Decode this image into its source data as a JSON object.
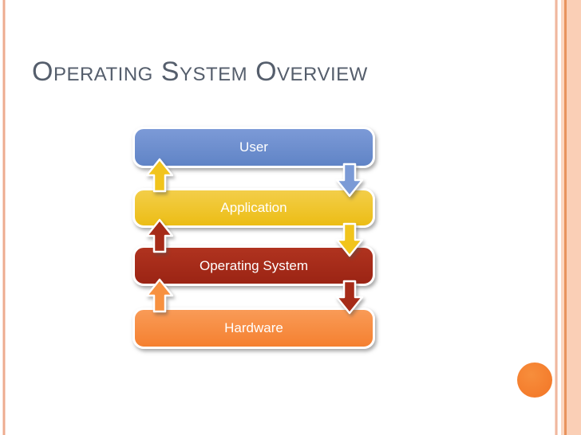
{
  "slide": {
    "title": "Operating System Overview"
  },
  "theme": {
    "background": "#FFFFFF",
    "title_color": "#555E6C",
    "left_edge_line_color": "#EDAC90",
    "right_edge_line_color": "#F0B79E",
    "right_band_fill": "#FACFB6",
    "right_band_stripe": "#E8935D",
    "accent_circle_color": "#F47B2B"
  },
  "diagram": {
    "boxes": [
      {
        "label": "User",
        "color": "#6D90D0"
      },
      {
        "label": "Application",
        "color": "#EFC52E"
      },
      {
        "label": "Operating System",
        "color": "#A52C1B"
      },
      {
        "label": "Hardware",
        "color": "#F78E44"
      }
    ],
    "arrows": [
      {
        "name": "application-to-user",
        "direction": "up",
        "color": "#F1C41C"
      },
      {
        "name": "user-to-application",
        "direction": "down",
        "color": "#7B9AD6"
      },
      {
        "name": "os-to-application",
        "direction": "up",
        "color": "#A62B18"
      },
      {
        "name": "application-to-os",
        "direction": "down",
        "color": "#F1C41C"
      },
      {
        "name": "hardware-to-os",
        "direction": "up",
        "color": "#F79140"
      },
      {
        "name": "os-to-hardware",
        "direction": "down",
        "color": "#A62B18"
      }
    ]
  }
}
